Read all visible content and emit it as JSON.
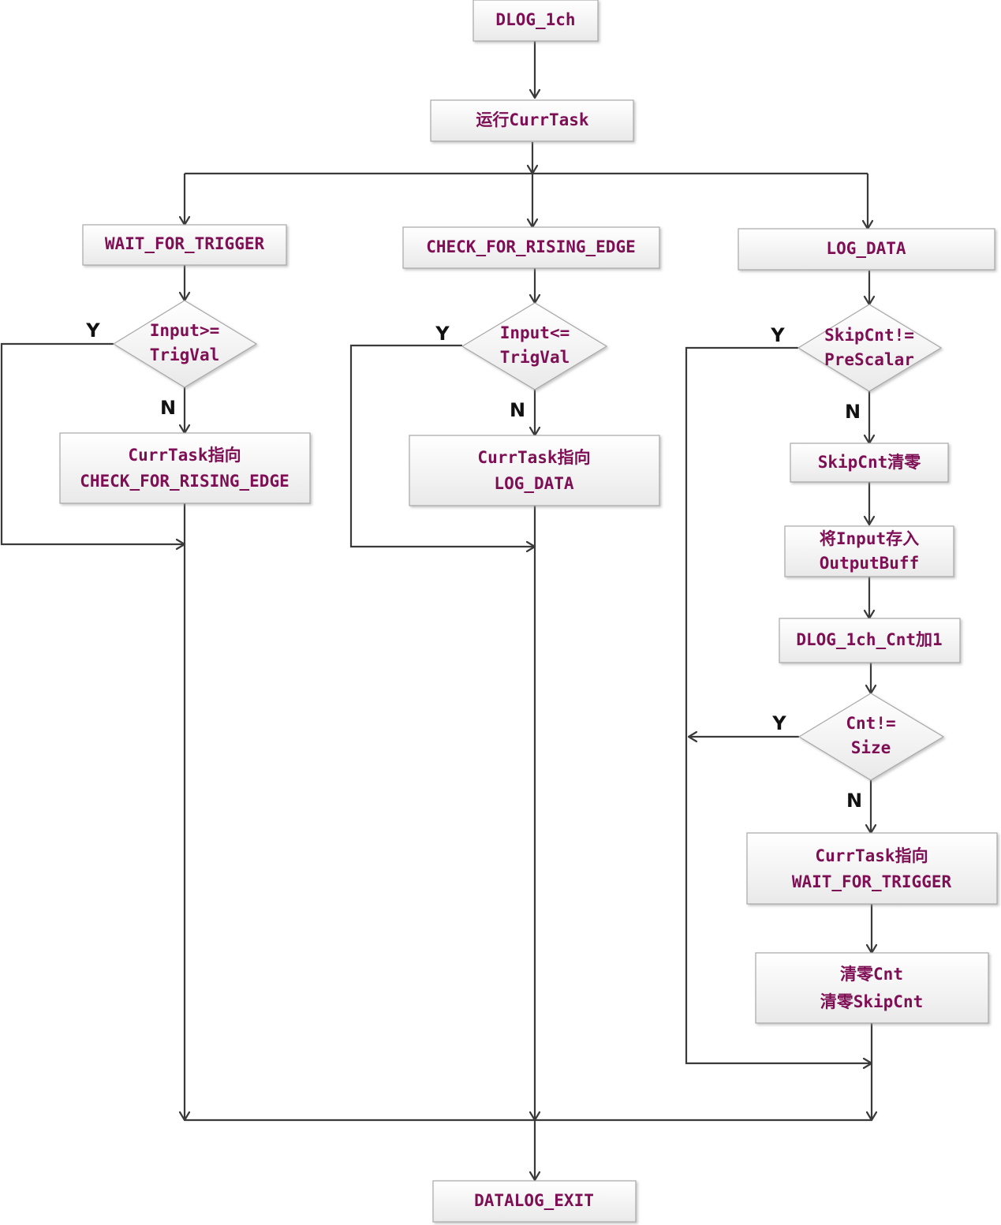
{
  "nodes": {
    "start": "DLOG_1ch",
    "run_task": "运行CurrTask",
    "wait_trigger": "WAIT_FOR_TRIGGER",
    "check_rising": "CHECK_FOR_RISING_EDGE",
    "log_data": "LOG_DATA",
    "cond_input_ge": [
      "Input>=",
      "TrigVal"
    ],
    "cond_input_le": [
      "Input<=",
      "TrigVal"
    ],
    "cond_skip": [
      "SkipCnt!=",
      "PreScalar"
    ],
    "set_check_rising": [
      "CurrTask指向",
      "CHECK_FOR_RISING_EDGE"
    ],
    "set_log_data": [
      "CurrTask指向",
      "LOG_DATA"
    ],
    "clear_skip": "SkipCnt清零",
    "store_input": [
      "将Input存入",
      "OutputBuff"
    ],
    "inc_cnt": "DLOG_1ch_Cnt加1",
    "cond_cnt": [
      "Cnt!=",
      "Size"
    ],
    "set_wait_trigger": [
      "CurrTask指向",
      "WAIT_FOR_TRIGGER"
    ],
    "clear_counts": [
      "清零Cnt",
      "清零SkipCnt"
    ],
    "exit": "DATALOG_EXIT"
  },
  "branch_labels": {
    "yes": "Y",
    "no": "N"
  }
}
